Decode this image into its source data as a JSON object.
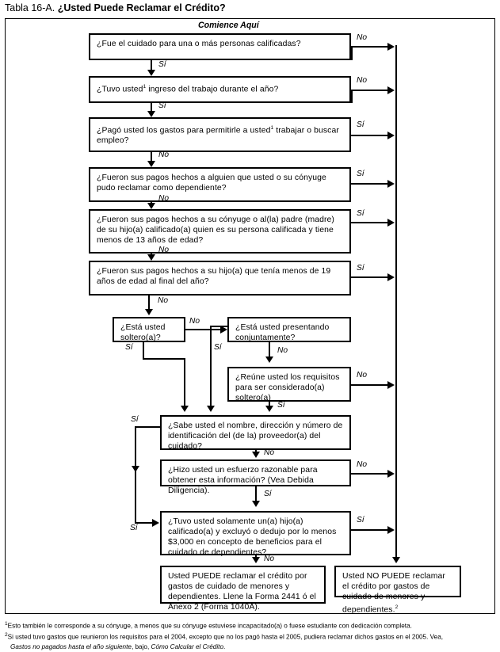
{
  "title": {
    "prefix": "Tabla 16-A.",
    "question": "¿Usted Puede Reclamar el Crédito?"
  },
  "start_label": "Comience Aquí",
  "labels": {
    "yes": "Sí",
    "no": "No"
  },
  "nodes": {
    "q1": "¿Fue el cuidado para una o más personas calificadas?",
    "q2_a": "¿Tuvo usted",
    "q2_b": " ingreso del trabajo durante el año?",
    "q3_a": "¿Pagó usted los gastos para permitirle a usted",
    "q3_b": " trabajar o buscar empleo?",
    "q4": "¿Fueron sus pagos hechos a alguien que usted o su cónyuge pudo reclamar como dependiente?",
    "q5": "¿Fueron sus pagos hechos a su cónyuge o al(la) padre (madre) de su hijo(a) calificado(a) quien es su persona calificada y tiene menos de 13 años de edad?",
    "q6": "¿Fueron sus pagos hechos a su hijo(a) que tenía menos de 19 años de edad al final del año?",
    "q7": "¿Está usted soltero(a)?",
    "q8": "¿Está usted presentando conjuntamente?",
    "q9": "¿Reúne usted los requisitos para ser considerado(a) soltero(a)",
    "q10": "¿Sabe usted el nombre, dirección y número de identificación del (de la) proveedor(a) del cuidado?",
    "q11": "¿Hizo usted un esfuerzo razonable para obtener esta información? (Vea Debida Diligencia).",
    "q12": "¿Tuvo usted solamente un(a) hijo(a) calificado(a) y excluyó o dedujo por lo menos $3,000 en concepto de beneficios para el cuidado de dependientes?",
    "result_yes": "Usted PUEDE reclamar el crédito por gastos de cuidado de menores y dependientes. Llene la Forma 2441 ó el Anexo 2 (Forma 1040A).",
    "result_no": "Usted NO PUEDE reclamar el crédito por gastos de cuidado de menores y dependientes."
  },
  "edge_labels": {
    "q1_no": "No",
    "q1_yes": "Sí",
    "q2_no": "No",
    "q2_yes": "Sí",
    "q3_yes": "Sí",
    "q3_no": "No",
    "q4_yes": "Sí",
    "q4_no": "No",
    "q5_yes": "Sí",
    "q5_no": "No",
    "q6_yes": "Sí",
    "q6_no": "No",
    "q7_no": "No",
    "q7_yes": "Sí",
    "q8_yes": "Sí",
    "q8_no": "No",
    "q9_no": "No",
    "q9_yes": "Sí",
    "q10_yes": "Sí",
    "q10_no": "No",
    "q11_no": "No",
    "q11_yes": "Sí",
    "q12_yes": "Sí",
    "q12_no": "No"
  },
  "footnotes": {
    "one_marker": "1",
    "one_text": "Esto también le corresponde a su cónyuge, a menos que su cónyuge estuviese incapacitado(a) o fuese estudiante con dedicación completa.",
    "two_marker": "2",
    "two_text_a": "Si usted tuvo gastos que reunieron los requisitos para el 2004, excepto que no los pagó hasta el 2005, pudiera reclamar dichos gastos en el 2005. Vea,",
    "two_text_italic1": "Gastos no pagados hasta el año siguiente",
    "two_text_mid": ", bajo,",
    "two_text_italic2": "Cómo Calcular el Crédito",
    "two_text_end": "."
  },
  "footnote_markers": {
    "usted_q2": "1",
    "usted_q3": "1",
    "result_no": "2"
  },
  "colors": {
    "ink": "#000000",
    "paper": "#ffffff"
  }
}
